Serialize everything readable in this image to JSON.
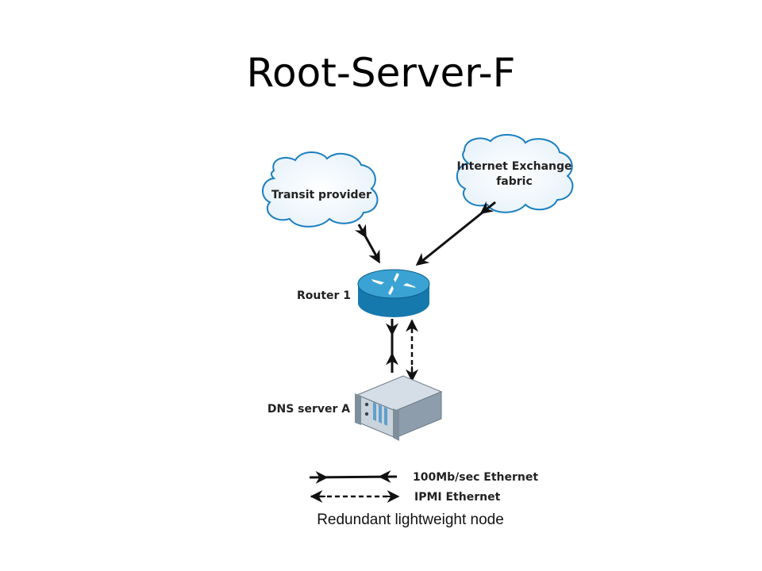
{
  "title": "Root-Server-F",
  "caption": "Redundant lightweight node",
  "clouds": {
    "transit": "Transit provider",
    "ix_line1": "Internet Exchange",
    "ix_line2": "fabric"
  },
  "nodes": {
    "router": "Router 1",
    "server": "DNS server A"
  },
  "legend": {
    "ethernet": "100Mb/sec Ethernet",
    "ipmi": "IPMI Ethernet"
  },
  "colors": {
    "router_top": "#3aa3d4",
    "router_side": "#1579ad",
    "cloud_stroke": "#1a7fc1",
    "server_body": "#a9b7c4",
    "server_front": "#c9d3dc"
  }
}
